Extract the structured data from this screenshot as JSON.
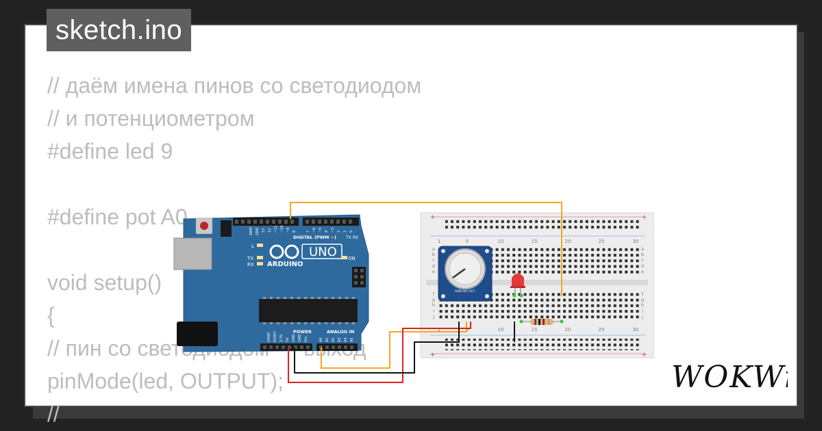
{
  "title": "sketch.ino",
  "code_lines": [
    "// даём имена пинов со светодиодом",
    "// и потенциометром",
    "#define led 9",
    "",
    "#define pot A0",
    "",
    "void setup()",
    "{",
    "// пин со светодиодом — выход",
    "pinMode(led, OUTPUT);",
    "//"
  ],
  "arduino": {
    "brand": "ARDUINO",
    "model": "UNO",
    "digital_label": "DIGITAL (PWM ~)",
    "power_label": "POWER",
    "analog_label": "ANALOG IN",
    "led_labels": [
      "L",
      "TX",
      "RX"
    ],
    "on_label": "ON",
    "tx_label": "TX",
    "rx_label": "RX",
    "top_pins": [
      "AREF",
      "GND",
      "13",
      "12",
      "~11",
      "~10",
      "~9",
      "8",
      "7",
      "~6",
      "~5",
      "4",
      "~3",
      "2",
      "1",
      "0"
    ],
    "power_pins": [
      "IOREF",
      "RESET",
      "3.3V",
      "5V",
      "GND",
      "GND",
      "Vin"
    ],
    "analog_pins": [
      "A0",
      "A1",
      "A2",
      "A3",
      "A4",
      "A5"
    ]
  },
  "breadboard": {
    "row_labels": [
      "a",
      "b",
      "c",
      "d",
      "e",
      "f",
      "g",
      "h",
      "i",
      "j"
    ],
    "column_numbers": [
      "1",
      "5",
      "10",
      "15",
      "20",
      "25",
      "30"
    ],
    "rail_plus": "+",
    "rail_minus": "−"
  },
  "potentiometer_pins": [
    "GND",
    "SIG",
    "VCC"
  ],
  "wire_colors": {
    "signal_led": "#f5a623",
    "signal_pot": "#f5a623",
    "power": "#e02020",
    "ground": "#111111"
  },
  "logo": "WOKWi",
  "colors": {
    "background": "#222222",
    "title_bg": "#5f5f5f",
    "code_text": "#bdbdbd",
    "arduino_board": "#2e6a9e"
  }
}
